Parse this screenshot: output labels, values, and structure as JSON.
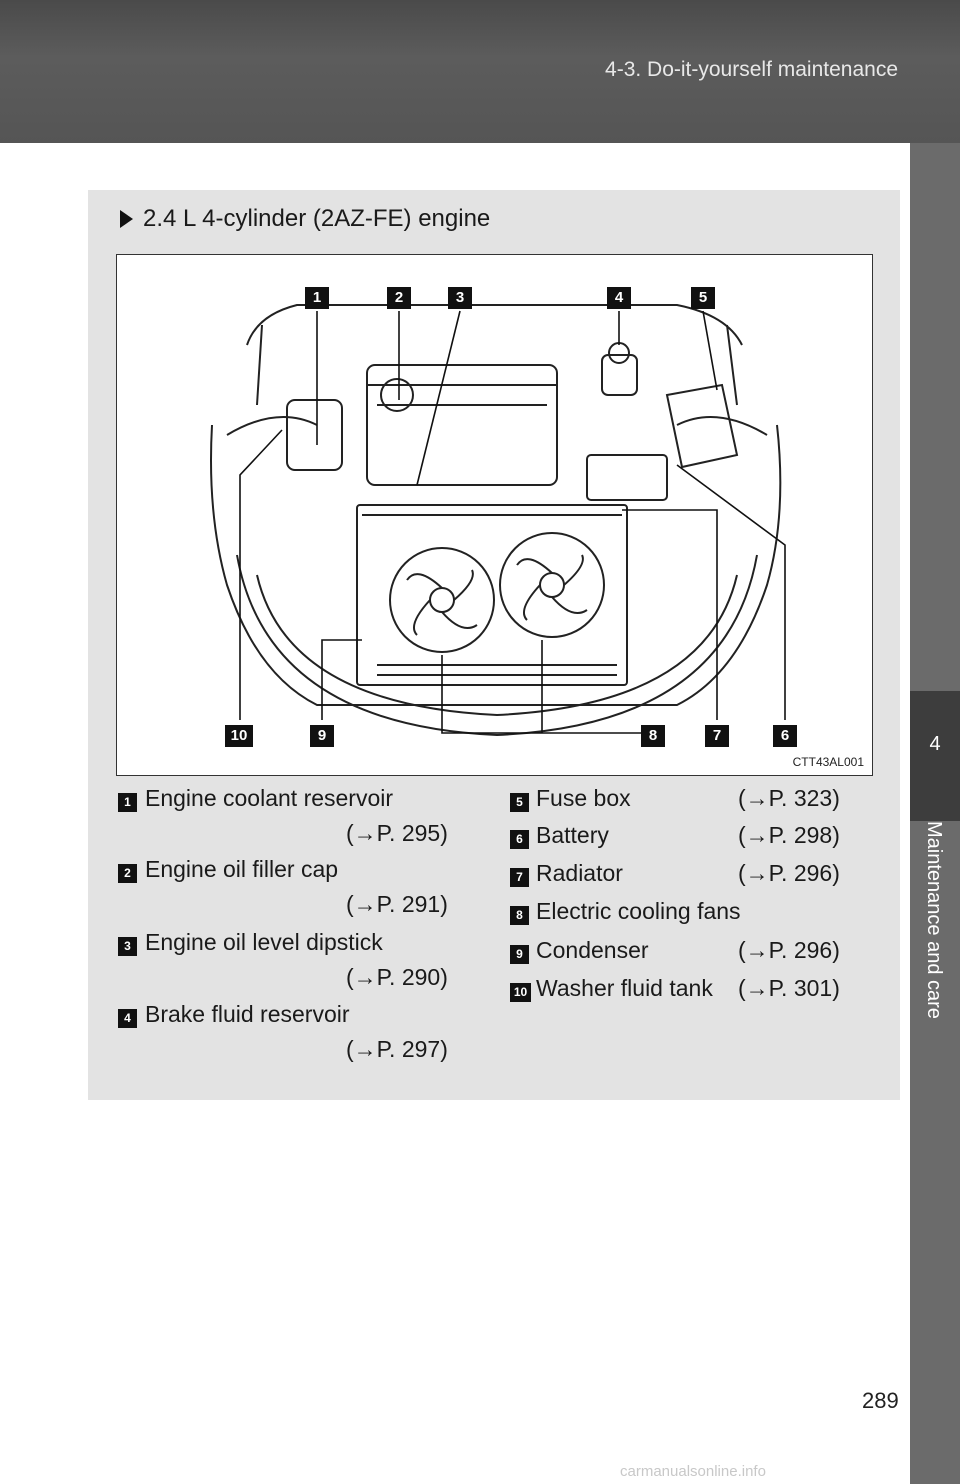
{
  "header": {
    "section_title": "4-3. Do-it-yourself maintenance"
  },
  "side_tab": {
    "chapter_number": "4",
    "chapter_label": "Maintenance and care"
  },
  "panel": {
    "title": "2.4 L 4-cylinder (2AZ-FE) engine"
  },
  "figure": {
    "code": "CTT43AL001",
    "callouts": [
      "1",
      "2",
      "3",
      "4",
      "5",
      "6",
      "7",
      "8",
      "9",
      "10"
    ]
  },
  "legend": [
    {
      "num": "1",
      "name": "Engine coolant reservoir",
      "ref": "(→P. 295)"
    },
    {
      "num": "2",
      "name": "Engine oil filler cap",
      "ref": "(→P. 291)"
    },
    {
      "num": "3",
      "name": "Engine oil level dipstick",
      "ref": "(→P. 290)"
    },
    {
      "num": "4",
      "name": "Brake fluid reservoir",
      "ref": "(→P. 297)"
    },
    {
      "num": "5",
      "name": "Fuse box",
      "ref": "(→P. 323)"
    },
    {
      "num": "6",
      "name": "Battery",
      "ref": "(→P. 298)"
    },
    {
      "num": "7",
      "name": "Radiator",
      "ref": "(→P. 296)"
    },
    {
      "num": "8",
      "name": "Electric cooling fans",
      "ref": ""
    },
    {
      "num": "9",
      "name": "Condenser",
      "ref": "(→P. 296)"
    },
    {
      "num": "10",
      "name": "Washer fluid tank",
      "ref": "(→P. 301)"
    }
  ],
  "page_number": "289",
  "watermark": "carmanualsonline.info"
}
